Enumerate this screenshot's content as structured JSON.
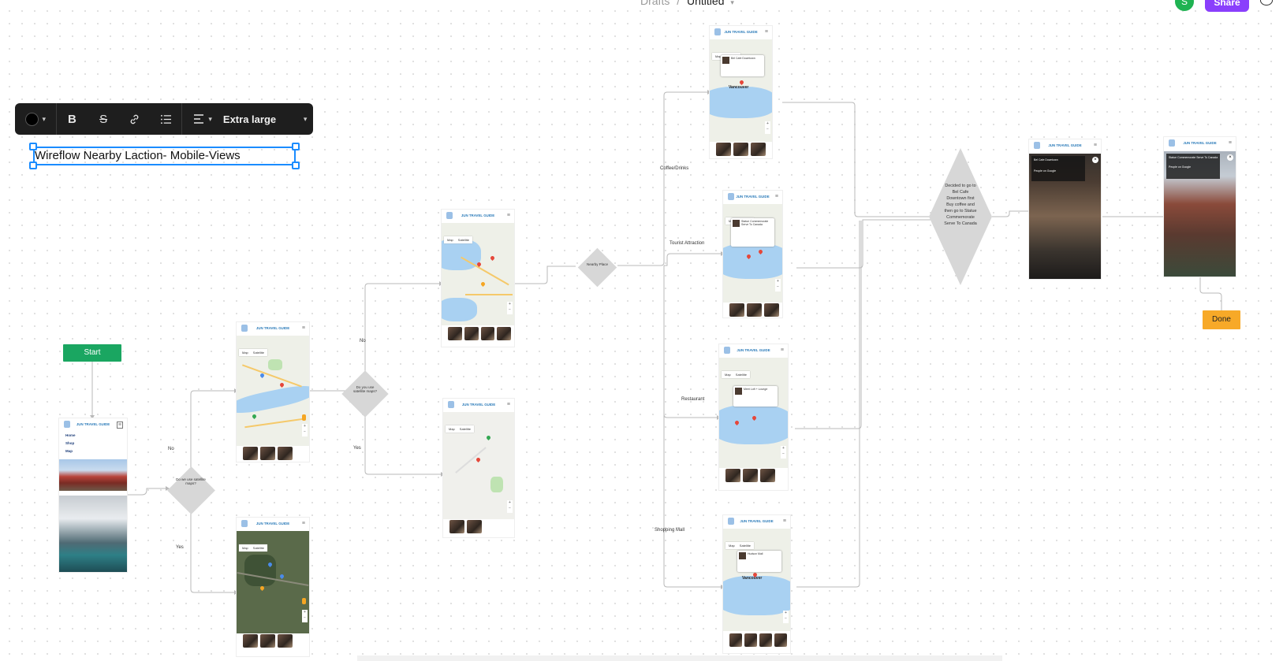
{
  "header": {
    "breadcrumb_parent": "Drafts",
    "breadcrumb_sep": "/",
    "file_name": "Untitled",
    "avatar_initial": "S",
    "share_label": "Share"
  },
  "toolbar": {
    "color_value": "#000000",
    "bold_icon": "bold-icon",
    "strike_icon": "strikethrough-icon",
    "link_icon": "link-icon",
    "list_icon": "list-icon",
    "align_icon": "align-icon",
    "size_label": "Extra large"
  },
  "canvas": {
    "title_text": "Wireflow Nearby Laction- Mobile-Views",
    "start_label": "Start",
    "done_label": "Done",
    "app_header": "JUN TRAVEL GUIDE",
    "map_tab": "Map",
    "satellite_tab": "Satellite",
    "nav_items": [
      "Home",
      "Shop",
      "Map"
    ],
    "diamonds": {
      "satellite_map_1": "Do we use satellite maps?",
      "satellite_map_2": "Do you use satellite maps?",
      "nearby_place": "Nearby Place",
      "decision": "Decided to go to Bel Cafe Downtown first Buy coffee and then go to Statue Commemorate Serve To Canada"
    },
    "edge_labels": {
      "no_1": "No",
      "yes_1": "Yes",
      "no_2": "No",
      "yes_2": "Yes",
      "coffee": "Coffee/Drinks",
      "tourist": "Tourist Attraction",
      "restaurant": "Restaurant",
      "mall": "Shopping Mall"
    },
    "cards": {
      "coffee": "Bel Cafe Downtown",
      "tourist": "Statue Commemorate Serve To Canada",
      "restaurant": "Meet Loft + Lounge",
      "mall": "Hudson Mall"
    },
    "streetview": {
      "cafe_title": "Bel Cafe Downtown",
      "statue_title": "Statue Commemorate Serve To Canada",
      "people_on_google": "People on Google"
    },
    "city_label": "Vancouver"
  },
  "colors": {
    "start_green": "#1aa661",
    "done_orange": "#f7a928",
    "share_purple": "#8a3ffc",
    "selection_blue": "#1a8cff",
    "toolbar_bg": "#1e1e1e"
  }
}
